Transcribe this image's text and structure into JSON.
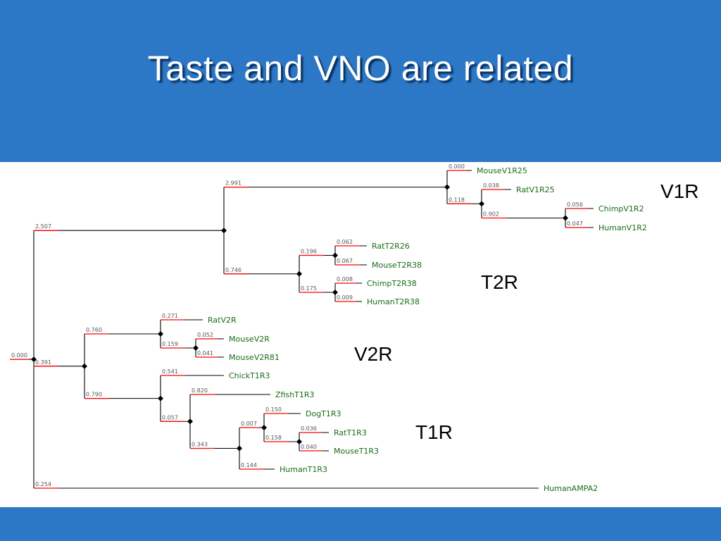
{
  "slide": {
    "title": "Taste and VNO are related",
    "colors": {
      "background": "#2c78c6",
      "panel": "#ffffff",
      "branch": "#000000",
      "branch_length_mark": "#ff0000",
      "leaf_label": "#1a6b1a",
      "length_label": "#555555"
    }
  },
  "group_labels": {
    "v1r": "V1R",
    "t2r": "T2R",
    "v2r": "V2R",
    "t1r": "T1R"
  },
  "tree": {
    "root_length": "0.000",
    "children": [
      {
        "length": "2.507",
        "children": [
          {
            "length": "2.991",
            "children": [
              {
                "length": "0.000",
                "name": "MouseV1R25"
              },
              {
                "length": "0.118",
                "children": [
                  {
                    "length": "0.038",
                    "name": "RatV1R25"
                  },
                  {
                    "length": "0.902",
                    "children": [
                      {
                        "length": "0.056",
                        "name": "ChimpV1R2"
                      },
                      {
                        "length": "0.047",
                        "name": "HumanV1R2"
                      }
                    ]
                  }
                ]
              }
            ]
          },
          {
            "length": "0.746",
            "children": [
              {
                "length": "0.196",
                "children": [
                  {
                    "length": "0.062",
                    "name": "RatT2R26"
                  },
                  {
                    "length": "0.067",
                    "name": "MouseT2R38"
                  }
                ]
              },
              {
                "length": "0.175",
                "children": [
                  {
                    "length": "0.008",
                    "name": "ChimpT2R38"
                  },
                  {
                    "length": "0.009",
                    "name": "HumanT2R38"
                  }
                ]
              }
            ]
          }
        ]
      },
      {
        "length": "0.391",
        "children": [
          {
            "length": "0.760",
            "children": [
              {
                "length": "0.271",
                "name": "RatV2R"
              },
              {
                "length": "0.159",
                "children": [
                  {
                    "length": "0.052",
                    "name": "MouseV2R"
                  },
                  {
                    "length": "0.041",
                    "name": "MouseV2R81"
                  }
                ]
              }
            ]
          },
          {
            "length": "0.790",
            "children": [
              {
                "length": "0.541",
                "name": "ChickT1R3"
              },
              {
                "length": "0.057",
                "children": [
                  {
                    "length": "0.820",
                    "name": "ZfishT1R3"
                  },
                  {
                    "length": "0.343",
                    "children": [
                      {
                        "length": "0.007",
                        "children": [
                          {
                            "length": "0.150",
                            "name": "DogT1R3"
                          },
                          {
                            "length": "0.158",
                            "children": [
                              {
                                "length": "0.036",
                                "name": "RatT1R3"
                              },
                              {
                                "length": "0.040",
                                "name": "MouseT1R3"
                              }
                            ]
                          }
                        ]
                      },
                      {
                        "length": "0.144",
                        "name": "HumanT1R3"
                      }
                    ]
                  }
                ]
              }
            ]
          }
        ]
      },
      {
        "length": "0.254",
        "name": "HumanAMPA2"
      }
    ]
  }
}
